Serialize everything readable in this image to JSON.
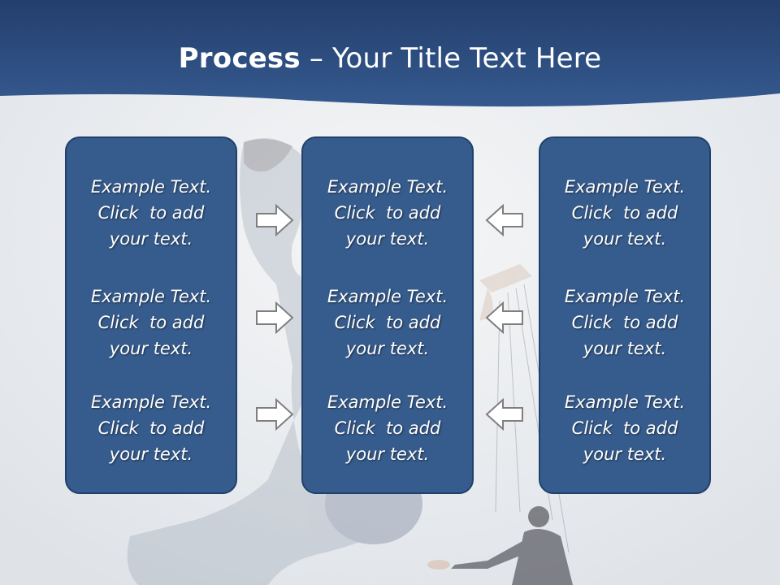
{
  "title": {
    "bold": "Process",
    "separator": " – ",
    "rest": "Your Title Text Here"
  },
  "columns": [
    {
      "items": [
        {
          "lines": [
            "Example Text.",
            "Click  to add",
            "your text."
          ]
        },
        {
          "lines": [
            "Example Text.",
            "Click  to add",
            "your text."
          ]
        },
        {
          "lines": [
            "Example Text.",
            "Click  to add",
            "your text."
          ]
        }
      ]
    },
    {
      "items": [
        {
          "lines": [
            "Example Text.",
            "Click  to add",
            "your text."
          ]
        },
        {
          "lines": [
            "Example Text.",
            "Click  to add",
            "your text."
          ]
        },
        {
          "lines": [
            "Example Text.",
            "Click  to add",
            "your text."
          ]
        }
      ]
    },
    {
      "items": [
        {
          "lines": [
            "Example Text.",
            "Click  to add",
            "your text."
          ]
        },
        {
          "lines": [
            "Example Text.",
            "Click  to add",
            "your text."
          ]
        },
        {
          "lines": [
            "Example Text.",
            "Click  to add",
            "your text."
          ]
        }
      ]
    }
  ],
  "arrows": {
    "left_side": [
      "right-arrow-icon",
      "right-arrow-icon",
      "right-arrow-icon"
    ],
    "right_side": [
      "left-arrow-icon",
      "left-arrow-icon",
      "left-arrow-icon"
    ]
  },
  "colors": {
    "header": "#2f5189",
    "box_fill": "#365c8d",
    "box_border": "#21406b",
    "background": "#eceff2",
    "arrow_fill": "#ffffff",
    "arrow_stroke": "#7f7f7f"
  }
}
